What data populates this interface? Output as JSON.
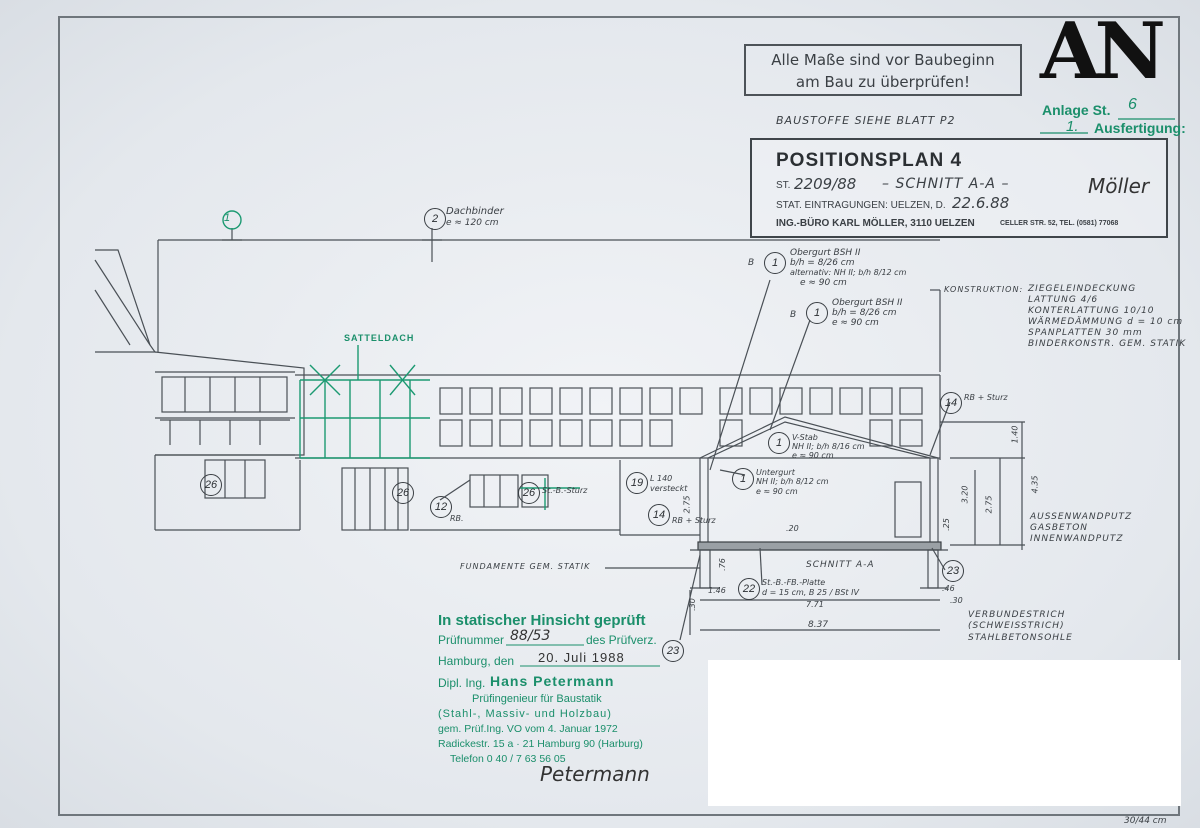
{
  "notice_box": {
    "line1": "Alle Maße sind vor Baubeginn",
    "line2": "am Bau zu überprüfen!"
  },
  "logo": "AN",
  "annex": {
    "label": "Anlage St.",
    "number": "6",
    "copy_number": "1.",
    "copy_label": "Ausfertigung:"
  },
  "materials_note": "BAUSTOFFE SIEHE BLATT P2",
  "title_block": {
    "title": "POSITIONSPLAN 4",
    "st_prefix": "ST.",
    "st_number": "2209/88",
    "section": "– SCHNITT A-A –",
    "entries_label": "STAT. EINTRAGUNGEN: UELZEN, D.",
    "entries_date": "22.6.88",
    "office": "ING.-BÜRO KARL MÖLLER, 3110 UELZEN",
    "office_contact": "CELLER STR. 52, TEL. (0581) 77068",
    "signature": "Möller"
  },
  "drawing_labels": {
    "pos2": "Dachbinder",
    "pos2_spacing": "e ≈ 120 cm",
    "satteldach": "SATTELDACH",
    "obergurt1_a": "Obergurt BSH II",
    "obergurt1_b": "b/h = 8/26 cm",
    "obergurt1_c": "alternativ: NH II; b/h 8/12 cm",
    "obergurt1_d": "e ≈ 90 cm",
    "obergurt2_a": "Obergurt BSH II",
    "obergurt2_b": "b/h = 8/26 cm",
    "obergurt2_c": "e ≈ 90 cm",
    "vstab_a": "V-Stab",
    "vstab_b": "NH II; b/h 8/16 cm",
    "vstab_c": "e ≈ 90 cm",
    "untergurt_a": "Untergurt",
    "untergurt_b": "NH II; b/h 8/12 cm",
    "untergurt_c": "e ≈ 90 cm",
    "l140_a": "L 140",
    "l140_b": "versteckt",
    "rb_sturz_a": "RB + Sturz",
    "rb_sturz_b": "RB + Sturz",
    "rb": "RB.",
    "stb_sturz": "St.-B.-Sturz",
    "fundamente": "FUNDAMENTE GEM. STATIK",
    "schnitt": "SCHNITT A-A",
    "stb_platte_a": "St.-B.-FB.-Platte",
    "stb_platte_b": "d = 15 cm, B 25 / BSt IV",
    "width_dim": "8.37",
    "dim_771": "7.71",
    "b_label": "B",
    "konstruktion": "KONSTRUKTION:",
    "k1": "ZIEGELEINDECKUNG",
    "k2": "LATTUNG 4/6",
    "k3": "KONTERLATTUNG 10/10",
    "k4": "WÄRMEDÄMMUNG d = 10 cm",
    "k5": "SPANPLATTEN 30 mm",
    "k6": "BINDERKONSTR. GEM. STATIK",
    "wall1": "AUSSENWANDPUTZ",
    "wall2": "GASBETON",
    "wall3": "INNENWANDPUTZ",
    "floor1": "VERBUNDESTRICH",
    "floor2": "(SCHWEISSTRICH)",
    "floor3": "STAHLBETONSOHLE",
    "dims": [
      "1.40",
      "4.35",
      "3.20",
      "2.75",
      "2.75",
      "1.46",
      ".46",
      ".30",
      ".30",
      ".76",
      ".25",
      ".20"
    ]
  },
  "position_numbers": [
    "1",
    "2",
    "1",
    "1",
    "1",
    "1",
    "14",
    "14",
    "12",
    "19",
    "26",
    "26",
    "26",
    "22",
    "23",
    "23"
  ],
  "stamp": {
    "title": "In statischer Hinsicht geprüft",
    "pruef_label": "Prüfnummer",
    "pruef_number": "88/53",
    "pruef_suffix": "des Prüfverz.",
    "date_label": "Hamburg, den",
    "date_value": "20. Juli 1988",
    "name_prefix": "Dipl. Ing.",
    "name": "Hans Petermann",
    "role": "Prüfingenieur für Baustatik",
    "role2": "(Stahl-, Massiv- und Holzbau)",
    "regulation": "gem. Prüf.Ing. VO vom 4. Januar 1972",
    "address": "Radickestr. 15 a · 21 Hamburg 90 (Harburg)",
    "phone": "Telefon 0 40 / 7 63 56 05",
    "signature": "Petermann"
  },
  "sheet_size": "30/44 cm",
  "colors": {
    "paper": "#e7ebef",
    "ink": "#3a3f44",
    "stamp_green": "#1b8f6b",
    "logo": "#111111"
  }
}
